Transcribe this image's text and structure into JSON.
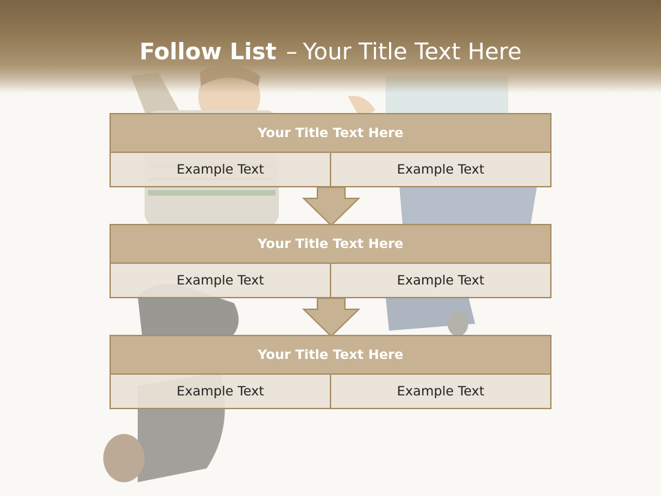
{
  "slide": {
    "title_bold": "Follow List",
    "title_sep": "–",
    "title_rest": "Your Title Text Here"
  },
  "colors": {
    "header": "#8f7753",
    "block_title": "#c7b393",
    "block_border": "#a98f66",
    "block_cell": "#e9e2d7",
    "arrow": "#c7b393"
  },
  "blocks": [
    {
      "title": "Your Title Text Here",
      "cells": [
        "Example Text",
        "Example Text"
      ]
    },
    {
      "title": "Your Title Text Here",
      "cells": [
        "Example Text",
        "Example Text"
      ]
    },
    {
      "title": "Your Title Text Here",
      "cells": [
        "Example Text",
        "Example Text"
      ]
    }
  ],
  "background_image": "jumping-children-photo"
}
